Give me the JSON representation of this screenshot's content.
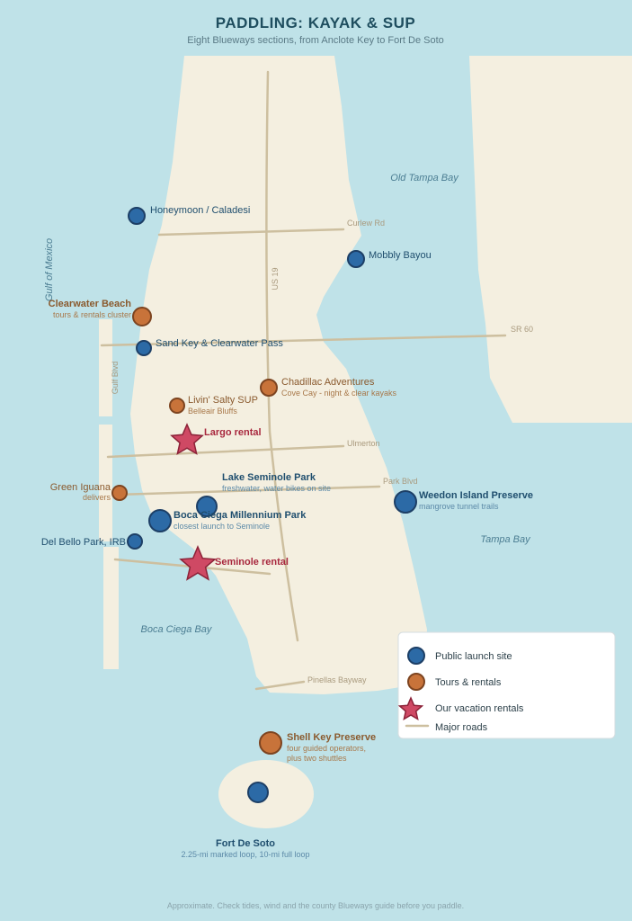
{
  "title": "PADDLING: KAYAK & SUP",
  "subtitle": "Eight Blueways sections, from Anclote Key to Fort De Soto",
  "footer": "Approximate. Check tides, wind and the county Blueways guide before you paddle.",
  "water_labels": {
    "old_tampa_bay": "Old Tampa Bay",
    "gulf_of_mexico": "Gulf of Mexico",
    "tampa_bay": "Tampa Bay",
    "boca_ciega_bay": "Boca Ciega Bay"
  },
  "road_labels": {
    "curlew": "Curlew Rd",
    "us19": "US 19",
    "sr60": "SR 60",
    "gulf_blvd": "Gulf Blvd",
    "ulmerton": "Ulmerton",
    "park_blvd": "Park Blvd",
    "bayway": "Pinellas Bayway"
  },
  "places": {
    "honeymoon": {
      "name": "Honeymoon / Caladesi"
    },
    "mobbly": {
      "name": "Mobbly Bayou"
    },
    "clearwater": {
      "name": "Clearwater Beach",
      "note": "tours & rentals cluster"
    },
    "sandkey": {
      "name": "Sand Key & Clearwater Pass"
    },
    "chadillac": {
      "name": "Chadillac Adventures",
      "note": "Cove Cay - night & clear kayaks"
    },
    "livin": {
      "name": "Livin' Salty SUP",
      "note": "Belleair Bluffs"
    },
    "largo": {
      "name": "Largo rental"
    },
    "lakeseminole": {
      "name": "Lake Seminole Park",
      "note": "freshwater, water bikes on site"
    },
    "greeniguana": {
      "name": "Green Iguana",
      "note": "delivers"
    },
    "weedon": {
      "name": "Weedon Island Preserve",
      "note": "mangrove tunnel trails"
    },
    "bocaciega": {
      "name": "Boca Ciega Millennium Park",
      "note": "closest launch to Seminole"
    },
    "delbello": {
      "name": "Del Bello Park, IRB"
    },
    "seminole": {
      "name": "Seminole rental"
    },
    "shellkey": {
      "name": "Shell Key Preserve",
      "note1": "four guided operators,",
      "note2": "plus two shuttles"
    },
    "fortdesoto": {
      "name": "Fort De Soto",
      "note": "2.25-mi marked loop, 10-mi full loop"
    }
  },
  "legend": {
    "public": "Public launch site",
    "tours": "Tours & rentals",
    "rentals": "Our vacation rentals",
    "roads": "Major roads"
  },
  "colors": {
    "water": "#bfe2e8",
    "land": "#f4efe0",
    "public_launch": "#2c6aa6",
    "tours_rentals": "#c8733a",
    "vacation_rentals": "#cf4964",
    "roads": "#cdbf9f"
  }
}
